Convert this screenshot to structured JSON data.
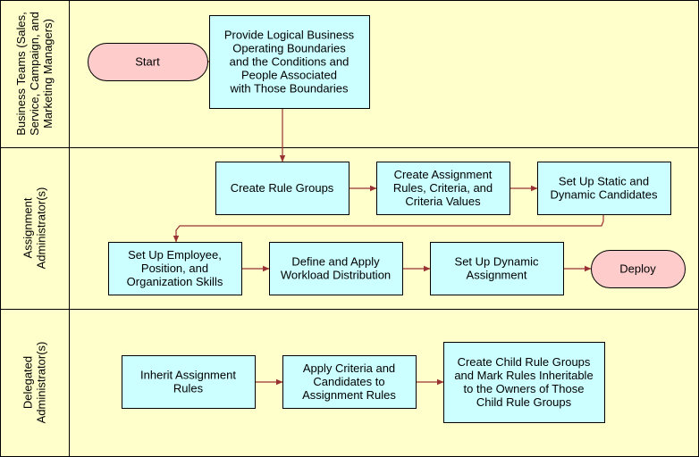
{
  "colors": {
    "lane_fill": "#ffffcc",
    "process_fill": "#ccffff",
    "terminal_fill": "#ffcccc",
    "arrow": "#993333",
    "border": "#000000"
  },
  "lanes": [
    {
      "id": "business",
      "label_lines": [
        "Business Teams (Sales,",
        "Service, Campaign, and",
        "Marketing Managers)"
      ]
    },
    {
      "id": "assignment",
      "label_lines": [
        "Assignment",
        "Administrator(s)"
      ]
    },
    {
      "id": "delegated",
      "label_lines": [
        "Delegated",
        "Administrator(s)"
      ]
    }
  ],
  "nodes": {
    "start": {
      "kind": "terminal",
      "lines": [
        "Start"
      ]
    },
    "boundaries": {
      "kind": "process",
      "lines": [
        "Provide Logical Business",
        "Operating Boundaries",
        "and the Conditions and",
        "People Associated",
        "with Those Boundaries"
      ]
    },
    "rule_groups": {
      "kind": "process",
      "lines": [
        "Create Rule Groups"
      ]
    },
    "assignment_rules": {
      "kind": "process",
      "lines": [
        "Create Assignment",
        "Rules, Criteria, and",
        "Criteria Values"
      ]
    },
    "candidates": {
      "kind": "process",
      "lines": [
        "Set Up Static and",
        "Dynamic Candidates"
      ]
    },
    "skills": {
      "kind": "process",
      "lines": [
        "Set Up Employee,",
        "Position, and",
        "Organization Skills"
      ]
    },
    "workload": {
      "kind": "process",
      "lines": [
        "Define and Apply",
        "Workload Distribution"
      ]
    },
    "dynamic_assignment": {
      "kind": "process",
      "lines": [
        "Set Up Dynamic",
        "Assignment"
      ]
    },
    "deploy": {
      "kind": "terminal",
      "lines": [
        "Deploy"
      ]
    },
    "inherit": {
      "kind": "process",
      "lines": [
        "Inherit Assignment",
        "Rules"
      ]
    },
    "apply_criteria": {
      "kind": "process",
      "lines": [
        "Apply Criteria and",
        "Candidates to",
        "Assignment Rules"
      ]
    },
    "child_groups": {
      "kind": "process",
      "lines": [
        "Create Child Rule Groups",
        "and Mark Rules Inheritable",
        "to the Owners of Those",
        "Child Rule Groups"
      ]
    }
  },
  "edges": [
    [
      "start",
      "boundaries"
    ],
    [
      "boundaries",
      "rule_groups"
    ],
    [
      "rule_groups",
      "assignment_rules"
    ],
    [
      "assignment_rules",
      "candidates"
    ],
    [
      "candidates",
      "skills"
    ],
    [
      "skills",
      "workload"
    ],
    [
      "workload",
      "dynamic_assignment"
    ],
    [
      "dynamic_assignment",
      "deploy"
    ],
    [
      "inherit",
      "apply_criteria"
    ],
    [
      "apply_criteria",
      "child_groups"
    ]
  ]
}
